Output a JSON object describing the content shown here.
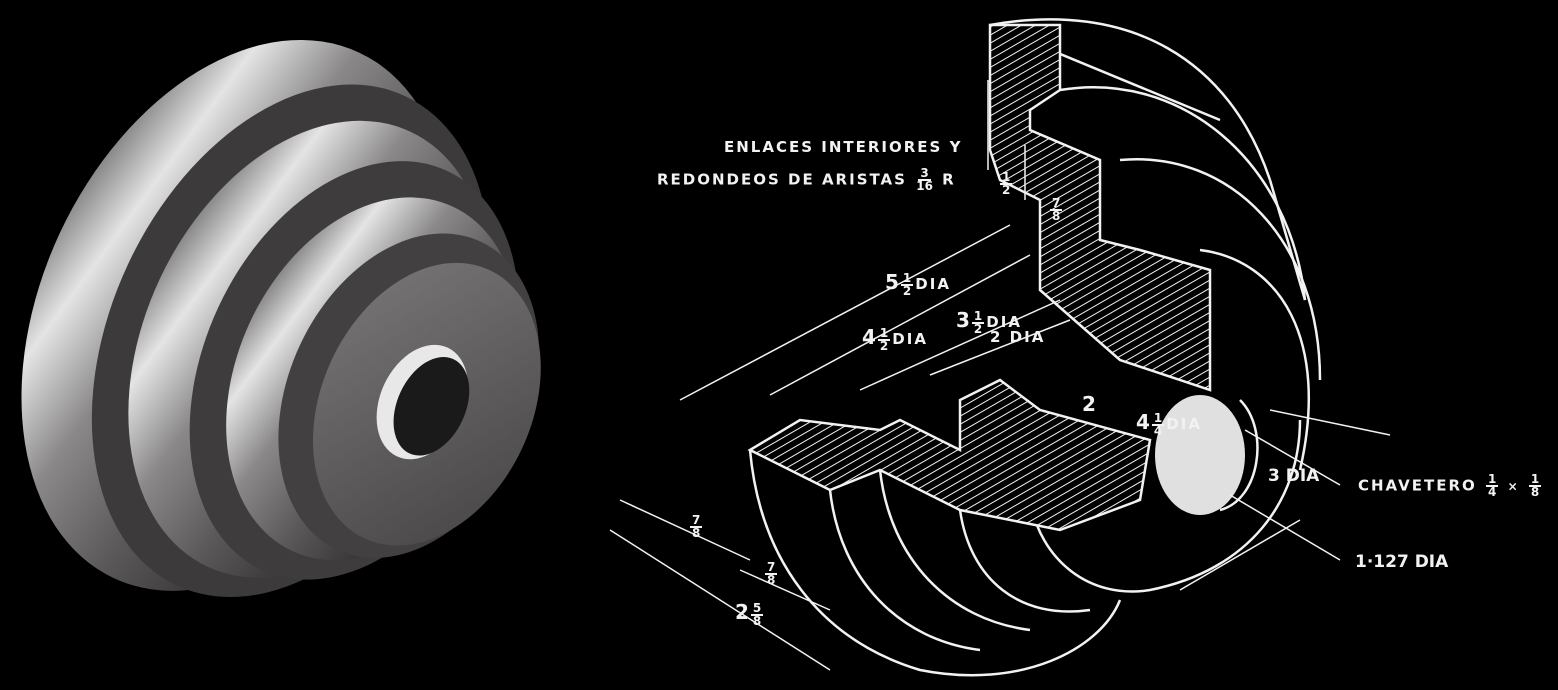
{
  "labels": {
    "fillets_line1": "ENLACES INTERIORES Y",
    "fillets_line2": "REDONDEOS DE ARISTAS",
    "fillets_num": "3",
    "fillets_den": "16",
    "fillets_unit": "R",
    "half_num": "1",
    "half_den": "2",
    "top_78_num": "7",
    "top_78_den": "8",
    "dia_5_whole": "5",
    "dia_5_num": "1",
    "dia_5_den": "2",
    "dia_4_whole": "4",
    "dia_4_num": "1",
    "dia_4_den": "2",
    "dia_3_whole": "3",
    "dia_3_num": "1",
    "dia_3_den": "2",
    "dia_unit": "DIA",
    "dia_2": "2 DIA",
    "len_2": "2",
    "dia_4q_whole": "4",
    "dia_4q_num": "1",
    "dia_4q_den": "4",
    "dia_3": "3 DIA",
    "keyway": "CHAVETERO",
    "keyway_w_num": "1",
    "keyway_w_den": "4",
    "keyway_x": "×",
    "keyway_d_num": "1",
    "keyway_d_den": "8",
    "bore": "1·127 DIA",
    "left_78_num": "7",
    "left_78_den": "8",
    "mid_78_num": "7",
    "mid_78_den": "8",
    "total_whole": "2",
    "total_num": "5",
    "total_den": "8"
  },
  "colors": {
    "background": "#000000",
    "line": "#f2f2f2",
    "metal_light": "#d8d8d8",
    "metal_dark": "#4a4848"
  }
}
